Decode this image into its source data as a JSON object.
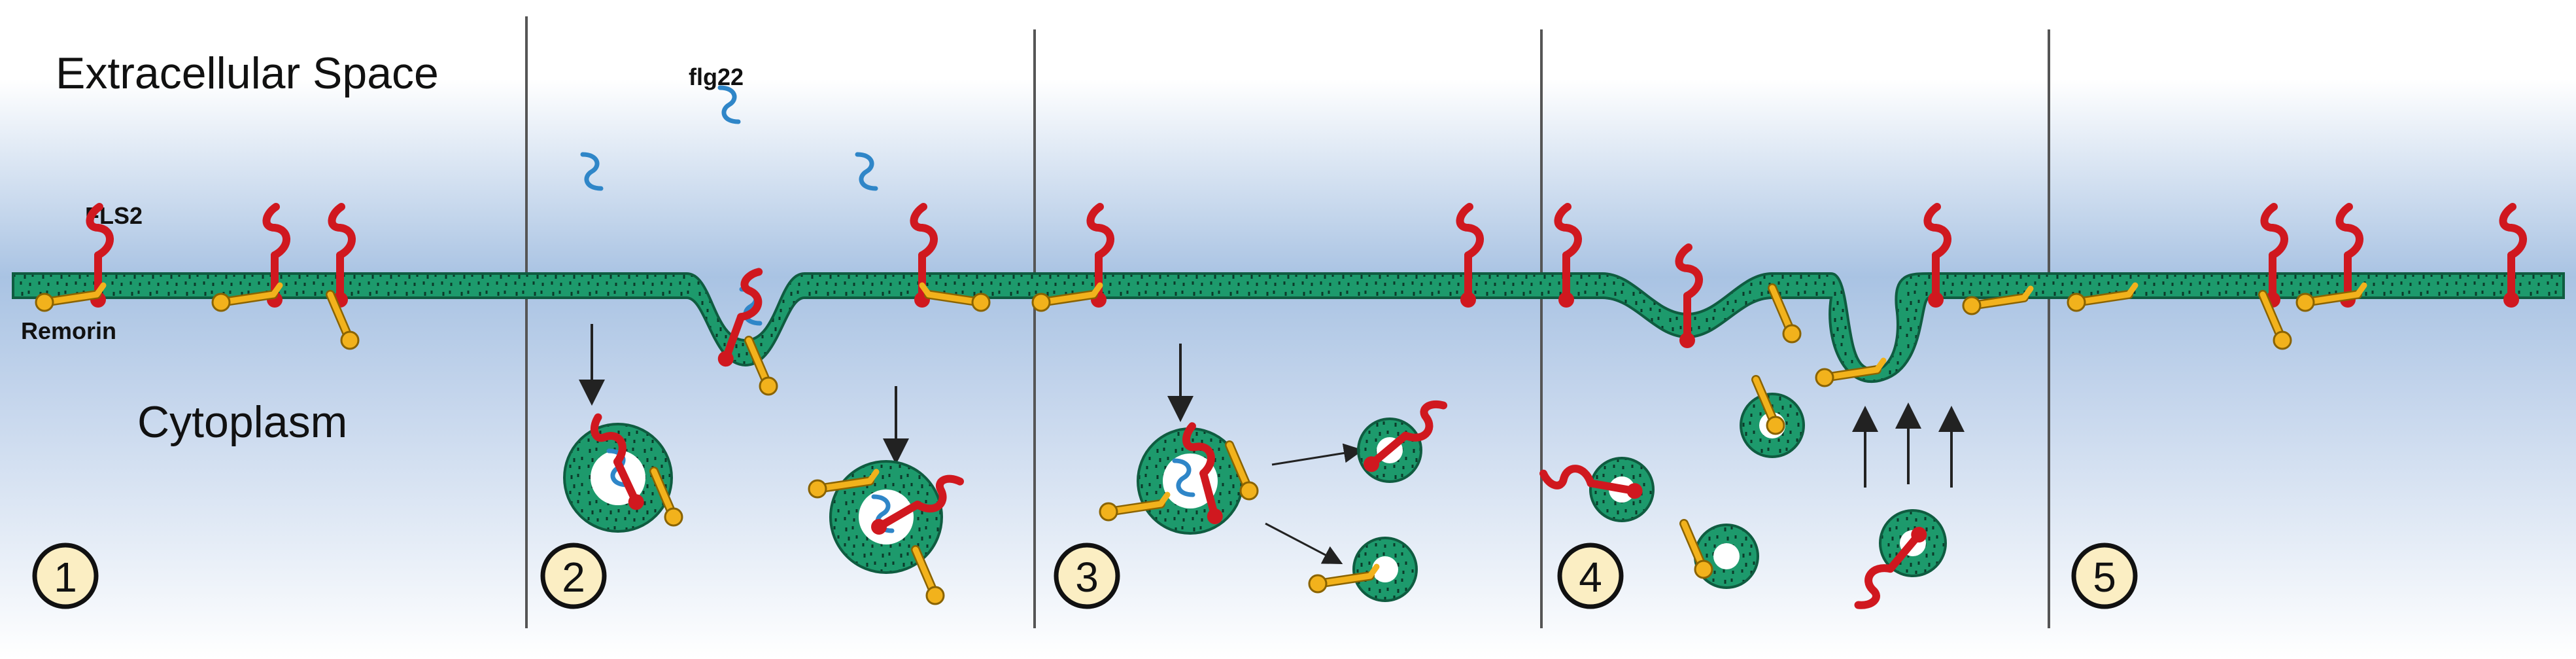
{
  "labels": {
    "extracellular": "Extracellular Space",
    "cytoplasm": "Cytoplasm",
    "receptor": "FLS2",
    "ligand": "flg22",
    "remorin": "Remorin"
  },
  "steps": [
    "1",
    "2",
    "3",
    "4",
    "5"
  ],
  "colors": {
    "membrane": "#1d9a6c",
    "membrane_outline": "#0f5c40",
    "receptor": "#d0181f",
    "ligand": "#2f86c8",
    "remorin": "#f2b21c",
    "remorin_outline": "#8a6300",
    "background_band": "#a9c3e3",
    "step_fill": "#fbeec3",
    "divider": "#555555"
  }
}
